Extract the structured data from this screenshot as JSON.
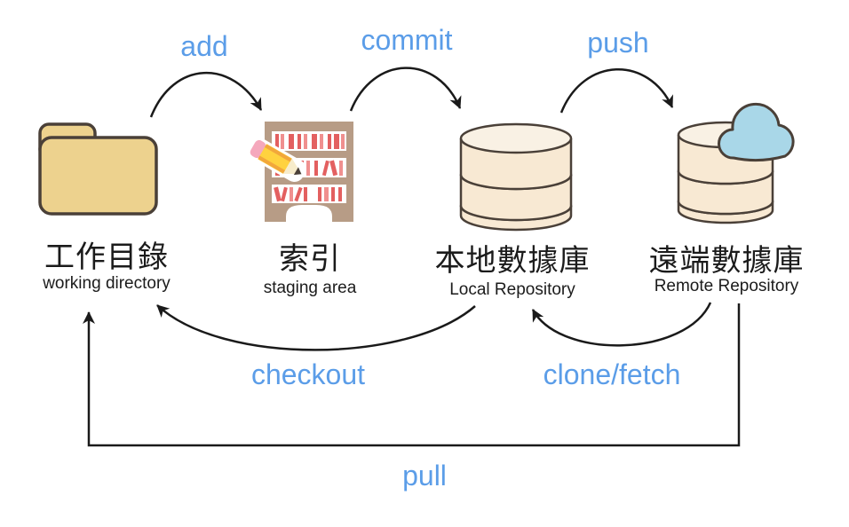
{
  "diagram": {
    "nodes": [
      {
        "id": "working-directory",
        "zh": "工作目錄",
        "en": "working directory",
        "icon": "folder-icon"
      },
      {
        "id": "staging-area",
        "zh": "索引",
        "en": "staging area",
        "icon": "bookshelf-pencil-icon"
      },
      {
        "id": "local-repository",
        "zh": "本地數據庫",
        "en": "Local Repository",
        "icon": "database-icon"
      },
      {
        "id": "remote-repository",
        "zh": "遠端數據庫",
        "en": "Remote Repository",
        "icon": "database-cloud-icon"
      }
    ],
    "actions": {
      "add": "add",
      "commit": "commit",
      "push": "push",
      "checkout": "checkout",
      "clone_fetch": "clone/fetch",
      "pull": "pull"
    },
    "colors": {
      "action_label": "#5B9DE8",
      "arrow": "#1a1a1a",
      "text": "#1b1b1b",
      "folder_fill": "#EDD28E",
      "outline": "#4A4038",
      "db_side": "#F8E9D3",
      "db_top": "#F9F1E4",
      "db_band": "#BCA097",
      "cloud_fill": "#A9D7E8",
      "shelf_frame": "#B79C86",
      "book_red": "#E36060"
    }
  }
}
